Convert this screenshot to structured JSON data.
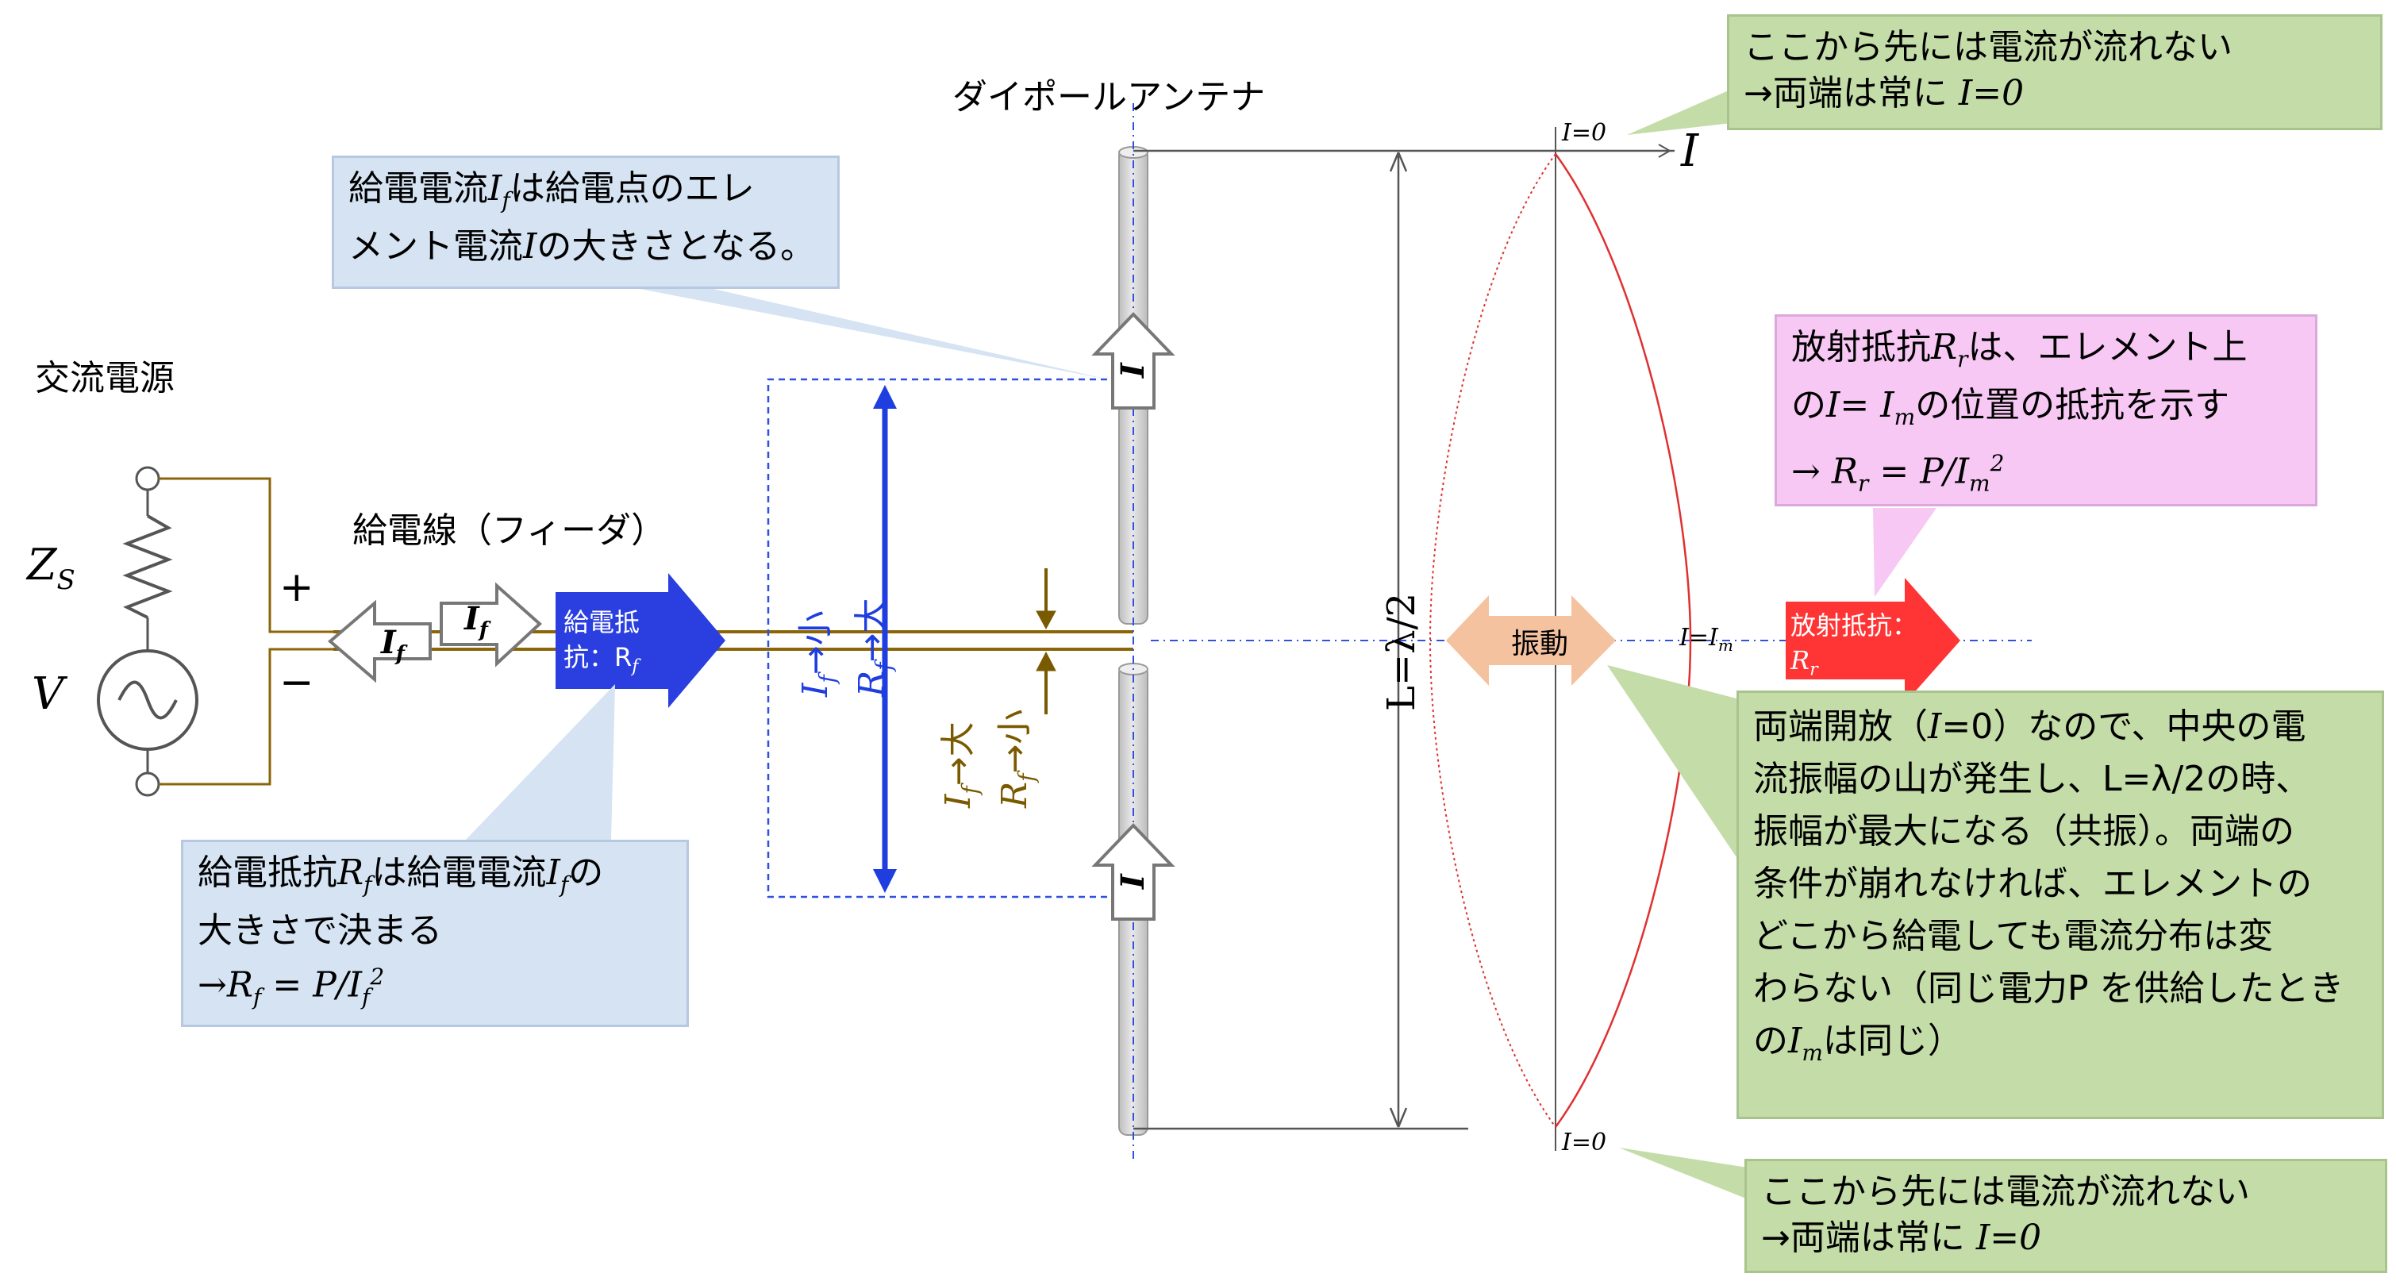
{
  "labels": {
    "dipole": "ダイポールアンテナ",
    "ac_source": "交流電源",
    "feeder": "給電線（フィーダ）",
    "plus": "+",
    "minus": "−",
    "zs": "Z",
    "zs_sub": "S",
    "v": "V",
    "i_axis": "I",
    "i0_top": "I=0",
    "i0_bottom": "I=0",
    "im_center": "I=I",
    "im_sub": "m",
    "length": "L=λ/2",
    "vibration": "振動",
    "feed_res_1": "給電抵",
    "feed_res_2": "抗：R",
    "feed_res_sub": "f",
    "rad_res_1": "放射抵抗：",
    "rad_res_2": "R",
    "rad_res_sub": "r",
    "if_left": "I",
    "if_right": "I",
    "if_sub": "f",
    "element_i_top": "I",
    "element_i_bottom": "I",
    "blue_rel_1": "I",
    "blue_rel_1b": "f",
    "blue_rel_1c": "→小",
    "blue_rel_2": "R",
    "blue_rel_2b": "f",
    "blue_rel_2c": "→大",
    "brown_rel_1": "I",
    "brown_rel_1b": "f",
    "brown_rel_1c": "→大",
    "brown_rel_2": "R",
    "brown_rel_2b": "f",
    "brown_rel_2c": "→小"
  },
  "callouts": {
    "top_right": {
      "line1": "ここから先には電流が流れない",
      "line2_pre": "→両端は常に ",
      "line2_eq": "I=0"
    },
    "bottom_right": {
      "line1": "ここから先には電流が流れない",
      "line2_pre": "→両端は常に ",
      "line2_eq": "I=0"
    },
    "feed_current": {
      "l1_a": "給電電流",
      "l1_i": "I",
      "l1_sub": "f",
      "l1_b": "は給電点のエレ",
      "l2_a": "メント電流",
      "l2_i": "I",
      "l2_b": "の大きさとなる。"
    },
    "radiation": {
      "l1_a": "放射抵抗",
      "l1_r": "R",
      "l1_sub": "r",
      "l1_b": "は、エレメント上",
      "l2_a": "の",
      "l2_i": "I",
      "l2_eq": "= I",
      "l2_sub": "m",
      "l2_b": "の位置の抵抗を示す",
      "l3": "→ R",
      "l3_sub": "r",
      "l3_b": " = P/I",
      "l3_sub2": "m",
      "l3_sup": "2"
    },
    "feed_res": {
      "l1_a": "給電抵抗",
      "l1_r": "R",
      "l1_sub": "f",
      "l1_b": "は給電電流",
      "l1_i": "I",
      "l1_sub2": "f",
      "l1_c": "の",
      "l2": "大きさで決まる",
      "l3": "→R",
      "l3_sub": "f",
      "l3_b": " = P/I",
      "l3_sub2": "f",
      "l3_sup": "2"
    },
    "resonance": {
      "line1_a": "両端開放（",
      "line1_i": "I",
      "line1_b": "=0）なので、中央の電",
      "line2": "流振幅の山が発生し、L=λ/2の時、",
      "line3": "振幅が最大になる（共振）。両端の",
      "line4": "条件が崩れなければ、エレメントの",
      "line5": "どこから給電しても電流分布は変",
      "line6": "わらない（同じ電力P を供給したとき",
      "line7_a": "の",
      "line7_i": "I",
      "line7_sub": "m",
      "line7_b": "は同じ）"
    }
  },
  "colors": {
    "feeder_line": "#8b6508",
    "blue_arrow": "#1f3ee0",
    "feed_res_arrow": "#2b3fe0",
    "rad_res_arrow": "#ff3535",
    "vibration_arrow": "#f5c2a0",
    "current_curve": "#e03030",
    "dashed_blue": "#3050e0",
    "brown_text": "#7a5a00"
  }
}
